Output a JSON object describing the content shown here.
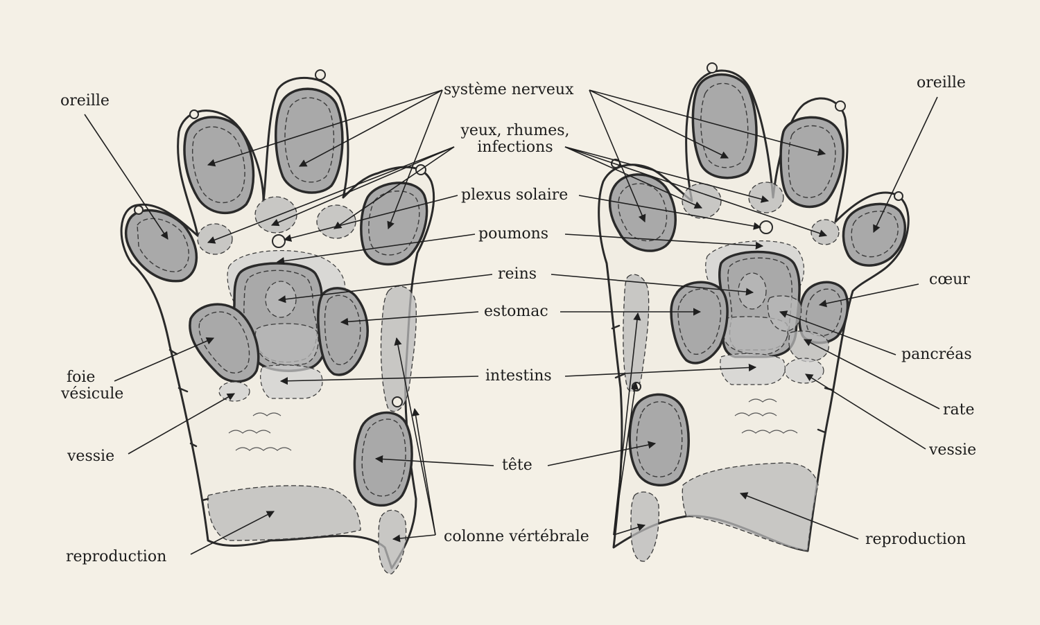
{
  "labels": {
    "systeme_nerveux": "système nerveux",
    "yeux_line1": "yeux, rhumes,",
    "yeux_line2": "infections",
    "plexus": "plexus solaire",
    "poumons": "poumons",
    "reins": "reins",
    "estomac": "estomac",
    "intestins": "intestins",
    "tete": "tête",
    "colonne": "colonne vértébrale",
    "oreille_left": "oreille",
    "oreille_right": "oreille",
    "foie_line1": "foie",
    "foie_line2": "vésicule",
    "vessie_left": "vessie",
    "reproduction_left": "reproduction",
    "coeur": "cœur",
    "pancreas": "pancréas",
    "rate": "rate",
    "vessie_right": "vessie",
    "reproduction_right": "reproduction"
  },
  "colors": {
    "paper": "#f4f0e6",
    "ink": "#1c1c1c",
    "pad_shade": "#a9a9a9",
    "zone_shade": "#b9b9b9"
  }
}
